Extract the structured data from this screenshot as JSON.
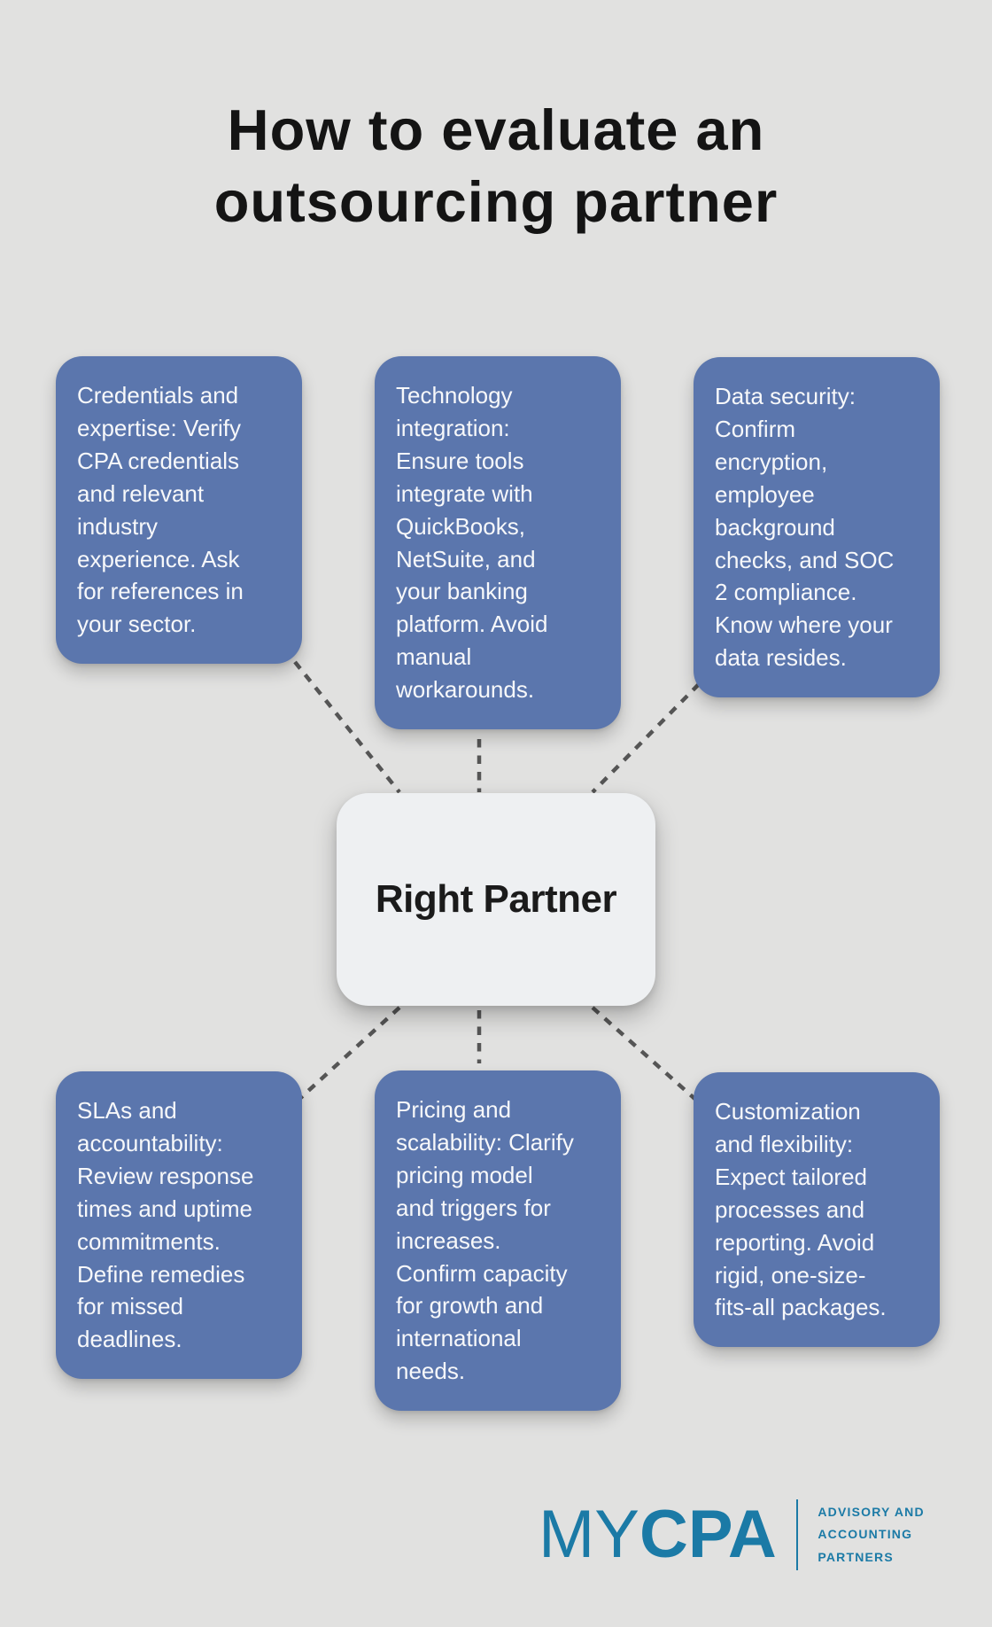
{
  "title": "How to evaluate an\noutsourcing partner",
  "center": {
    "label": "Right Partner"
  },
  "cards": [
    {
      "id": "credentials-expertise",
      "text": "Credentials and\nexpertise: Verify\nCPA credentials\nand relevant\nindustry\nexperience. Ask\nfor references in\nyour sector."
    },
    {
      "id": "technology-integration",
      "text": "Technology\nintegration:\nEnsure tools\nintegrate with\nQuickBooks,\nNetSuite, and\nyour banking\nplatform. Avoid\nmanual\nworkarounds."
    },
    {
      "id": "data-security",
      "text": "Data security:\nConfirm\nencryption,\nemployee\nbackground\nchecks, and SOC\n2 compliance.\nKnow where your\ndata resides."
    },
    {
      "id": "slas-accountability",
      "text": "SLAs and\naccountability:\nReview response\ntimes and uptime\ncommitments.\nDefine remedies\nfor missed\ndeadlines."
    },
    {
      "id": "pricing-scalability",
      "text": "Pricing and\nscalability: Clarify\npricing model\nand triggers for\nincreases.\nConfirm capacity\nfor growth and\ninternational\nneeds."
    },
    {
      "id": "customization-flexibility",
      "text": "Customization\nand flexibility:\nExpect tailored\nprocesses and\nreporting. Avoid\nrigid, one-size-\nfits-all packages."
    }
  ],
  "logo": {
    "wordmark_light": "MY",
    "wordmark_bold": "CPA",
    "tagline": "ADVISORY AND\nACCOUNTING\nPARTNERS"
  },
  "colors": {
    "background": "#e1e1e0",
    "card_blue": "#5b76ad",
    "card_text": "#f7f8fa",
    "center_node_bg": "#eef0f2",
    "title_text": "#141414",
    "connector_gray": "#555555",
    "logo_teal": "#1b7aa6"
  }
}
